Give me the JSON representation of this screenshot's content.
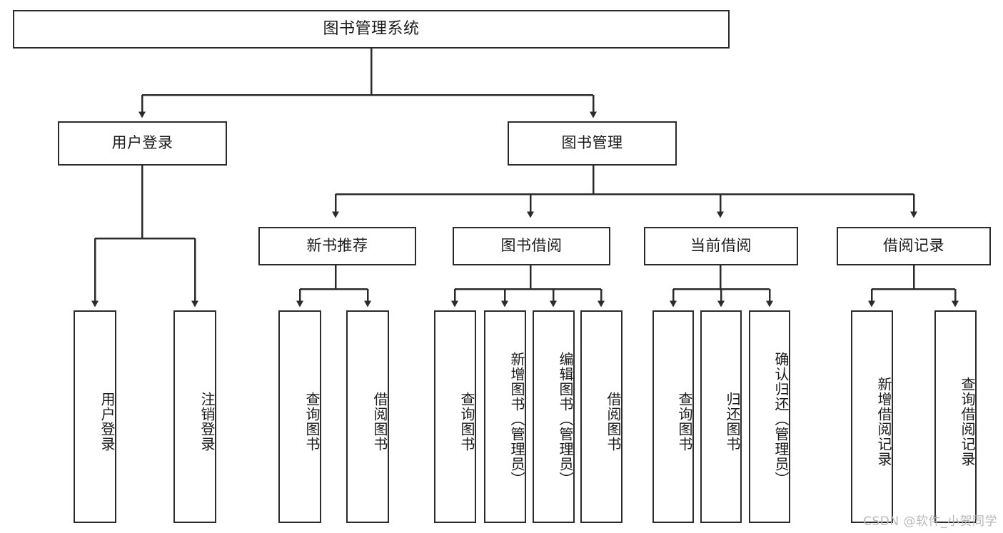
{
  "diagram": {
    "type": "tree",
    "title": "图书管理系统",
    "watermark": "CSDN @软件_小贺同学",
    "levels": {
      "root": {
        "label": "图书管理系统"
      },
      "level2": [
        {
          "label": "用户登录"
        },
        {
          "label": "图书管理"
        }
      ],
      "level3": [
        {
          "label": "新书推荐"
        },
        {
          "label": "图书借阅"
        },
        {
          "label": "当前借阅"
        },
        {
          "label": "借阅记录"
        }
      ],
      "leaves": {
        "user_login": [
          {
            "label": "用户登录"
          },
          {
            "label": "注销登录"
          }
        ],
        "new_book_recommend": [
          {
            "label": "查询图书"
          },
          {
            "label": "借阅图书"
          }
        ],
        "book_borrow": [
          {
            "label": "查询图书"
          },
          {
            "label": "新增图书（管理员）"
          },
          {
            "label": "编辑图书（管理员）"
          },
          {
            "label": "借阅图书"
          }
        ],
        "current_borrow": [
          {
            "label": "查询图书"
          },
          {
            "label": "归还图书"
          },
          {
            "label": "确认归还（管理员）"
          }
        ],
        "borrow_record": [
          {
            "label": "新增借阅记录"
          },
          {
            "label": "查询借阅记录"
          }
        ]
      }
    },
    "colors": {
      "stroke": "#2b2b2b",
      "fill": "#ffffff",
      "text": "#1a1a1a",
      "watermark": "#b9b9b9"
    }
  }
}
